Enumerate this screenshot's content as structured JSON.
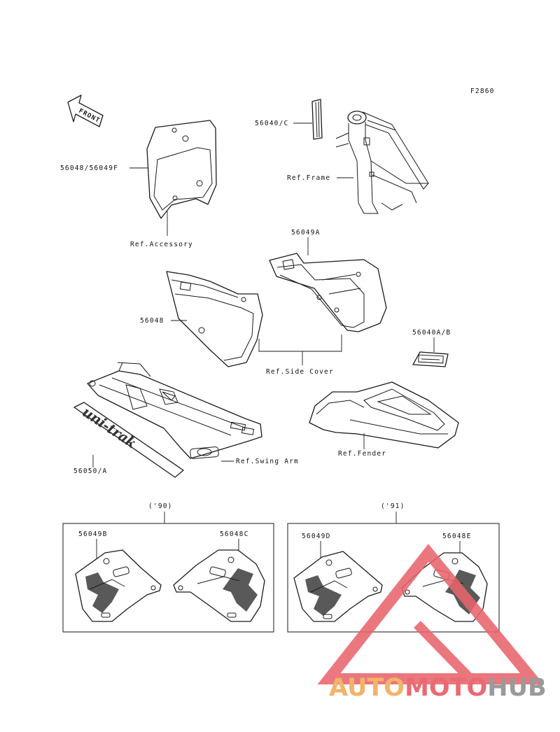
{
  "figure_code": "F2860",
  "front_label": "FRONT",
  "labels": {
    "p56040c": "56040/C",
    "p56048_56049f": "56048/56049F",
    "ref_frame": "Ref.Frame",
    "ref_accessory": "Ref.Accessory",
    "p56049a": "56049A",
    "p56048": "56048",
    "p56040ab": "56040A/B",
    "ref_side_cover": "Ref.Side Cover",
    "ref_fender": "Ref.Fender",
    "ref_swing_arm": "Ref.Swing Arm",
    "p56050a": "56050/A",
    "decal_text": "uni-trak"
  },
  "year_90": {
    "label": "('90)",
    "left_part": "56049B",
    "right_part": "56048C"
  },
  "year_91": {
    "label": "('91)",
    "left_part": "56049D",
    "right_part": "56048E"
  },
  "watermark": {
    "part_a": "AUTO",
    "part_b": "MOTO",
    "part_c": "HUB",
    "colors": {
      "a": "#f2b468",
      "b": "#ea6a72",
      "c": "#9a9a9a"
    }
  }
}
